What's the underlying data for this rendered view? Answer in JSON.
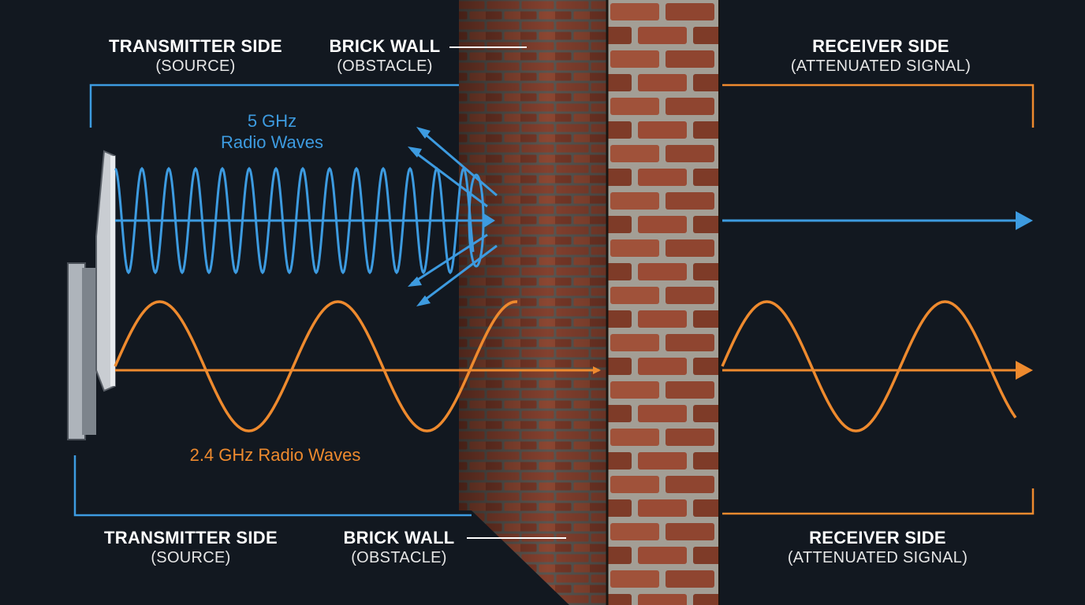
{
  "colors": {
    "background": "#121820",
    "blue_wave": "#3d9be0",
    "orange_wave": "#ee8a2e",
    "brick": "#8e4530",
    "mortar": "#9a958c"
  },
  "labels": {
    "transmitter_top": {
      "title": "TRANSMITTER SIDE",
      "sub": "(SOURCE)"
    },
    "wall_top": {
      "title": "BRICK WALL",
      "sub": "(OBSTACLE)"
    },
    "receiver_top": {
      "title": "RECEIVER SIDE",
      "sub": "(ATTENUATED SIGNAL)"
    },
    "transmitter_bottom": {
      "title": "TRANSMITTER SIDE",
      "sub": "(SOURCE)"
    },
    "wall_bottom": {
      "title": "BRICK WALL",
      "sub": "(OBSTACLE)"
    },
    "receiver_bottom": {
      "title": "RECEIVER SIDE",
      "sub": "(ATTENUATED SIGNAL)"
    }
  },
  "waves": {
    "five_ghz": {
      "line1": "5 GHz",
      "line2": "Radio Waves"
    },
    "two_four_ghz": {
      "label": "2.4 GHz Radio Waves"
    }
  },
  "icons": {
    "antenna": "antenna-icon",
    "wall": "brick-wall-icon"
  }
}
